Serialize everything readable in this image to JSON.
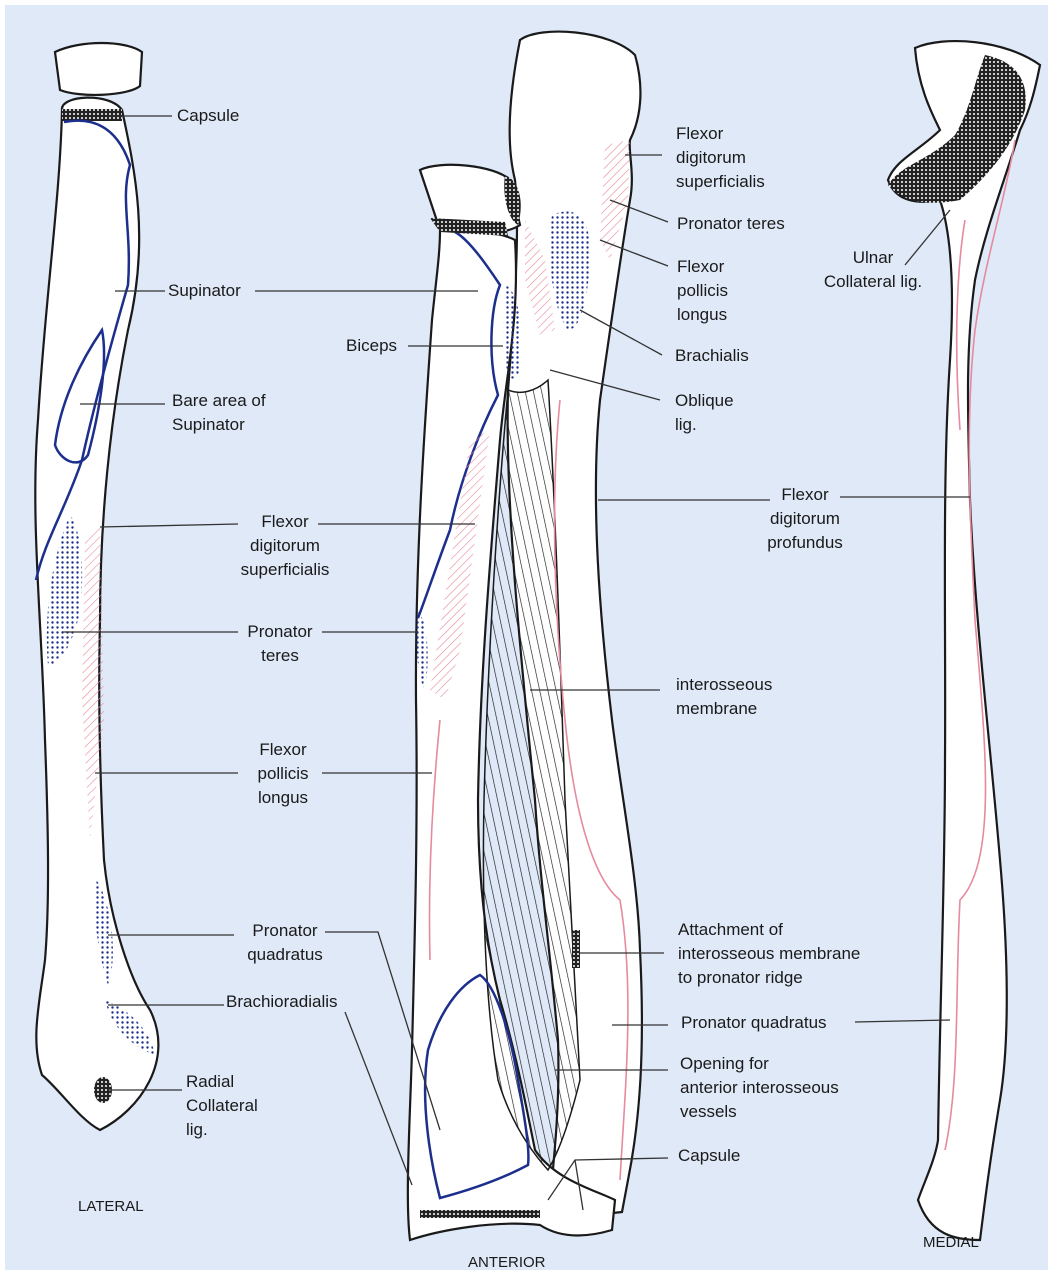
{
  "views": {
    "lateral": "LATERAL",
    "anterior": "ANTERIOR",
    "medial": "MEDIAL"
  },
  "lateral_labels": {
    "capsule": "Capsule",
    "supinator": "Supinator",
    "bare_area": "Bare area of\nSupinator",
    "fds": "Flexor\ndigitorum\nsuperficialis",
    "pronator_teres": "Pronator\nteres",
    "fpl": "Flexor\npollicis\nlongus",
    "pronator_quadratus": "Pronator\nquadratus",
    "brachioradialis": "Brachioradialis",
    "radial_collateral": "Radial\nCollateral\nlig."
  },
  "anterior_labels": {
    "biceps": "Biceps",
    "fds": "Flexor\ndigitorum\nsuperficialis",
    "pronator_teres": "Pronator teres",
    "fpl": "Flexor\npollicis\nlongus",
    "brachialis": "Brachialis",
    "oblique": "Oblique\nlig.",
    "interosseous": "interosseous\nmembrane",
    "attachment": "Attachment of\ninterosseous membrane\nto pronator ridge",
    "pronator_quadratus": "Pronator quadratus",
    "opening": "Opening for\nanterior interosseous\nvessels",
    "capsule": "Capsule"
  },
  "medial_labels": {
    "ulnar_collateral": "Ulnar\nCollateral lig.",
    "fdp": "Flexor\ndigitorum\nprofundus"
  },
  "colors": {
    "background": "#dfe9f7",
    "bone_fill": "#ffffff",
    "bone_outline": "#1a1a1a",
    "blue_attachment": "#1c2f8c",
    "pink_attachment": "#e68a9e",
    "leader": "#333333"
  }
}
